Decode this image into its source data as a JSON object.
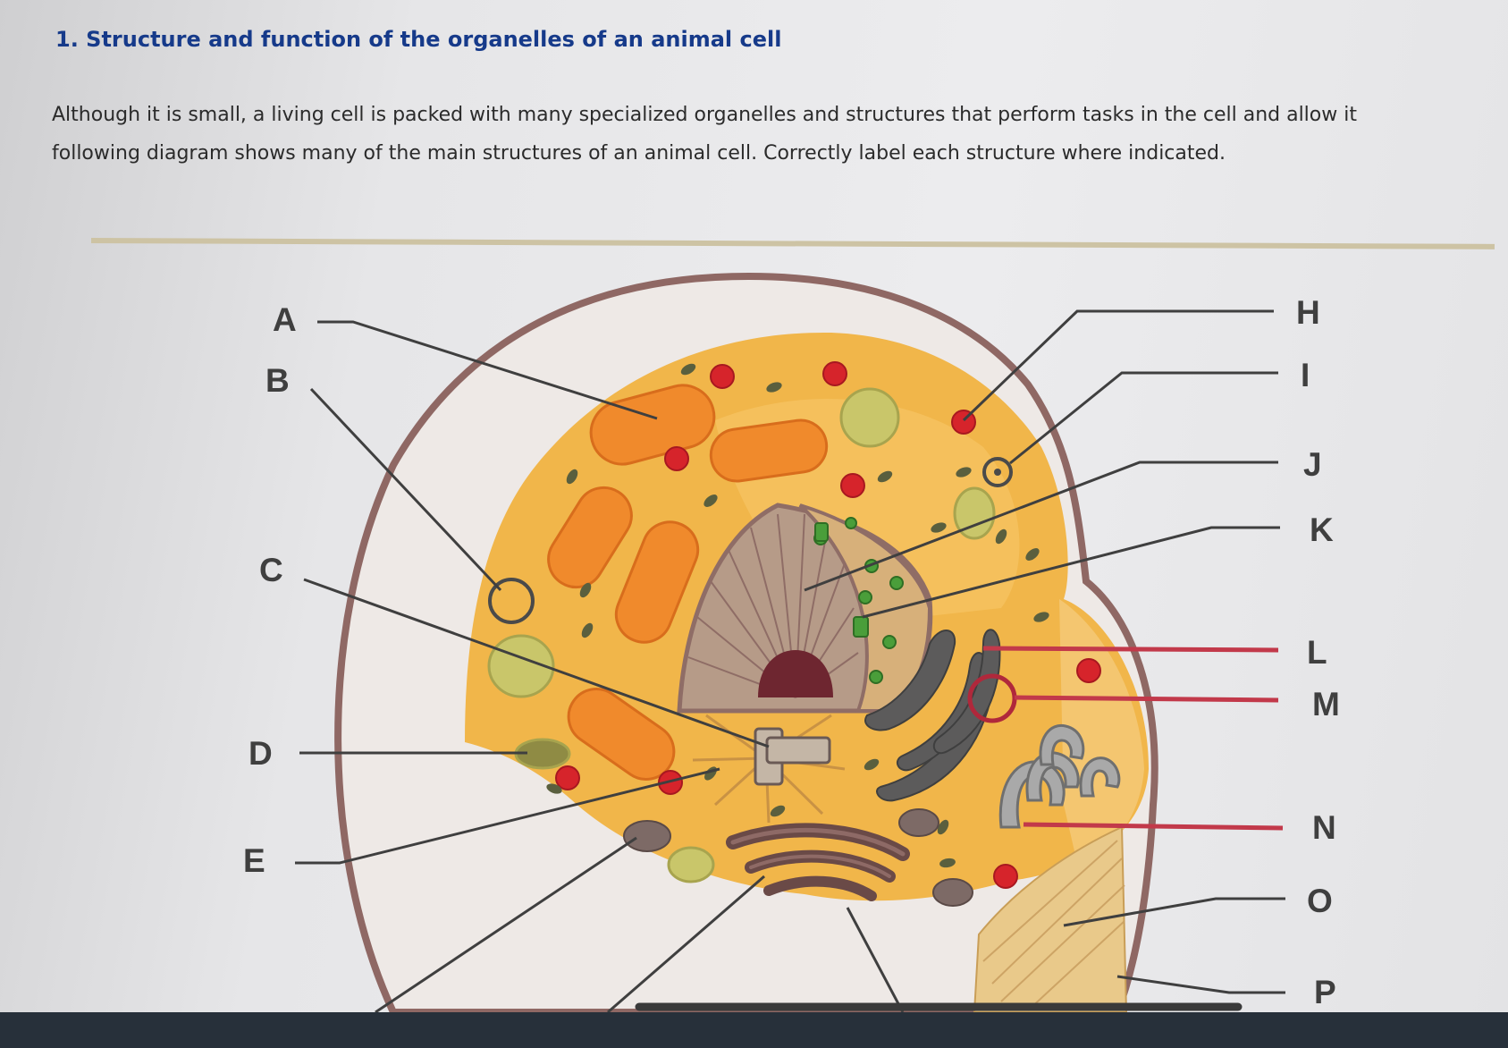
{
  "question": {
    "title": "1. Structure and function of the organelles of an animal cell",
    "intro_line1": "Although it is small, a living cell is packed with many specialized organelles and structures that perform tasks in the cell and allow it",
    "intro_line2": "following diagram shows many of the main structures of an animal cell. Correctly label each structure where indicated."
  },
  "diagram": {
    "labels": {
      "A": "A",
      "B": "B",
      "C": "C",
      "D": "D",
      "E": "E",
      "H": "H",
      "I": "I",
      "J": "J",
      "K": "K",
      "L": "L",
      "M": "M",
      "N": "N",
      "O": "O",
      "P": "P"
    },
    "colors": {
      "cytoplasm": "#f1b64a",
      "mitochondria": "#f08a2c",
      "membrane": "#8a5a55",
      "nucleus_envelope": "#9b7a7a",
      "nucleolus": "#6e2630",
      "ribosome": "#d6242b",
      "lysosome": "#c9c66a",
      "golgi": "#6a4a47",
      "er": "#555555",
      "highlight_line": "#c2394a"
    }
  },
  "taskbar": {}
}
